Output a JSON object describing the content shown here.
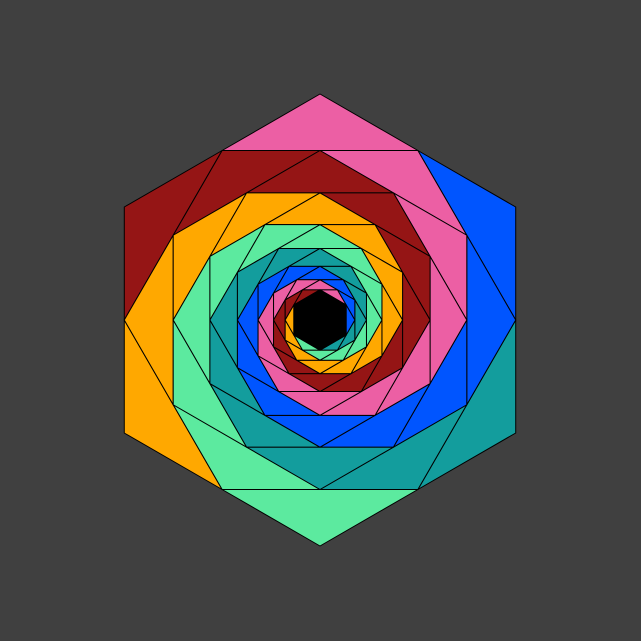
{
  "figure": {
    "shape": "hexagon-square-spiral",
    "background_color": "#404040",
    "stroke_color": "#000000",
    "sector_colors": [
      "#ec5fa4",
      "#0055ff",
      "#139d9d",
      "#5cea9f",
      "#ffa800",
      "#951515"
    ],
    "sector_order": [
      "top-right",
      "right",
      "bottom-right",
      "bottom-left",
      "left",
      "top-left"
    ],
    "rotation_direction": "clockwise",
    "nesting_levels": 14
  }
}
